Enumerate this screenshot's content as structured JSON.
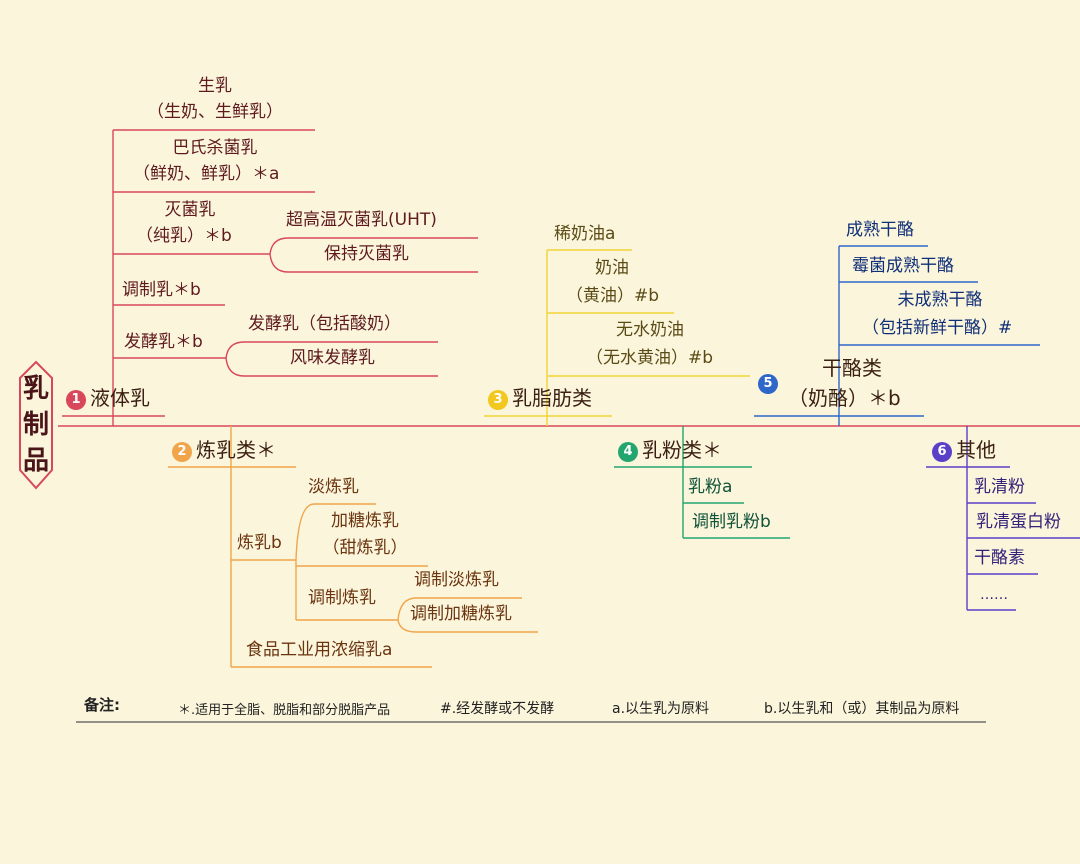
{
  "root": {
    "chars": [
      "乳",
      "制",
      "品"
    ]
  },
  "colors": {
    "red": "#d9485a",
    "orange": "#f0a54a",
    "yellow": "#f2d436",
    "green": "#23a56e",
    "blue": "#2f66c9",
    "purple": "#5a40c9"
  },
  "branches": {
    "b1": {
      "num": "1",
      "label": "液体乳",
      "items": {
        "raw_1": "生乳",
        "raw_2": "（生奶、生鲜乳）",
        "past_1": "巴氏杀菌乳",
        "past_2": "（鲜奶、鲜乳）＊a",
        "ster_1": "灭菌乳",
        "ster_2": "（纯乳）＊b",
        "uht": "超高温灭菌乳(UHT)",
        "retort": "保持灭菌乳",
        "mod": "调制乳＊b",
        "ferm": "发酵乳＊b",
        "ferm_1": "发酵乳（包括酸奶）",
        "ferm_2": "风味发酵乳"
      }
    },
    "b2": {
      "num": "2",
      "label": "炼乳类＊",
      "items": {
        "cm": "炼乳b",
        "evap": "淡炼乳",
        "sweet_1": "加糖炼乳",
        "sweet_2": "（甜炼乳）",
        "modcm": "调制炼乳",
        "modevap": "调制淡炼乳",
        "modsweet": "调制加糖炼乳",
        "industrial": "食品工业用浓缩乳a"
      }
    },
    "b3": {
      "num": "3",
      "label": "乳脂肪类",
      "items": {
        "cream": "稀奶油a",
        "butter_1": "奶油",
        "butter_2": "（黄油）#b",
        "amf_1": "无水奶油",
        "amf_2": "（无水黄油）#b"
      }
    },
    "b4": {
      "num": "4",
      "label": "乳粉类＊",
      "items": {
        "mp": "乳粉a",
        "modmp": "调制乳粉b"
      }
    },
    "b5": {
      "num": "5",
      "label_1": "干酪类",
      "label_2": "（奶酪）＊b",
      "items": {
        "ripened": "成熟干酪",
        "mould": "霉菌成熟干酪",
        "fresh_1": "未成熟干酪",
        "fresh_2": "（包括新鲜干酪）#"
      }
    },
    "b6": {
      "num": "6",
      "label": "其他",
      "items": {
        "whey": "乳清粉",
        "wpc": "乳清蛋白粉",
        "casein": "干酪素",
        "etc": "……"
      }
    }
  },
  "notes": {
    "label": "备注:",
    "n1": "＊.适用于全脂、脱脂和部分脱脂产品",
    "n2": "#.经发酵或不发酵",
    "n3": "a.以生乳为原料",
    "n4": "b.以生乳和（或）其制品为原料"
  }
}
